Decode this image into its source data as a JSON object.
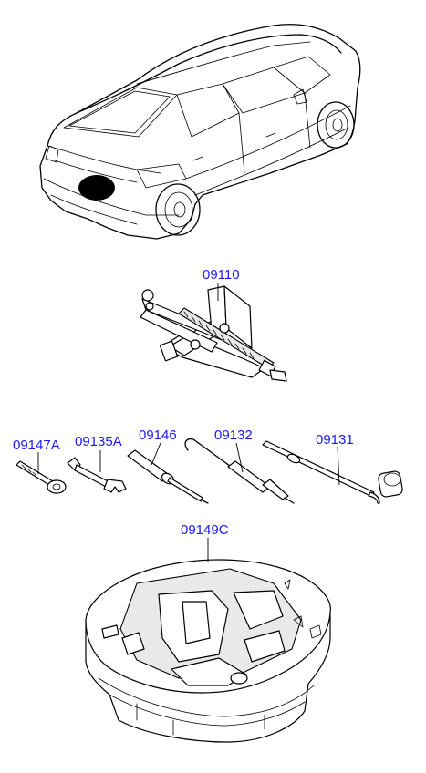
{
  "colors": {
    "part_number": "#1a1aff",
    "line": "#000000",
    "marker": "#000000"
  },
  "parts": [
    {
      "id": "jack",
      "number": "09110"
    },
    {
      "id": "eye-bolt",
      "number": "09147A"
    },
    {
      "id": "spanner",
      "number": "09135A"
    },
    {
      "id": "screwdriver",
      "number": "09146"
    },
    {
      "id": "jack-handle-bar",
      "number": "09132"
    },
    {
      "id": "wheel-nut-wrench",
      "number": "09131"
    },
    {
      "id": "tool-tray",
      "number": "09149C"
    }
  ]
}
